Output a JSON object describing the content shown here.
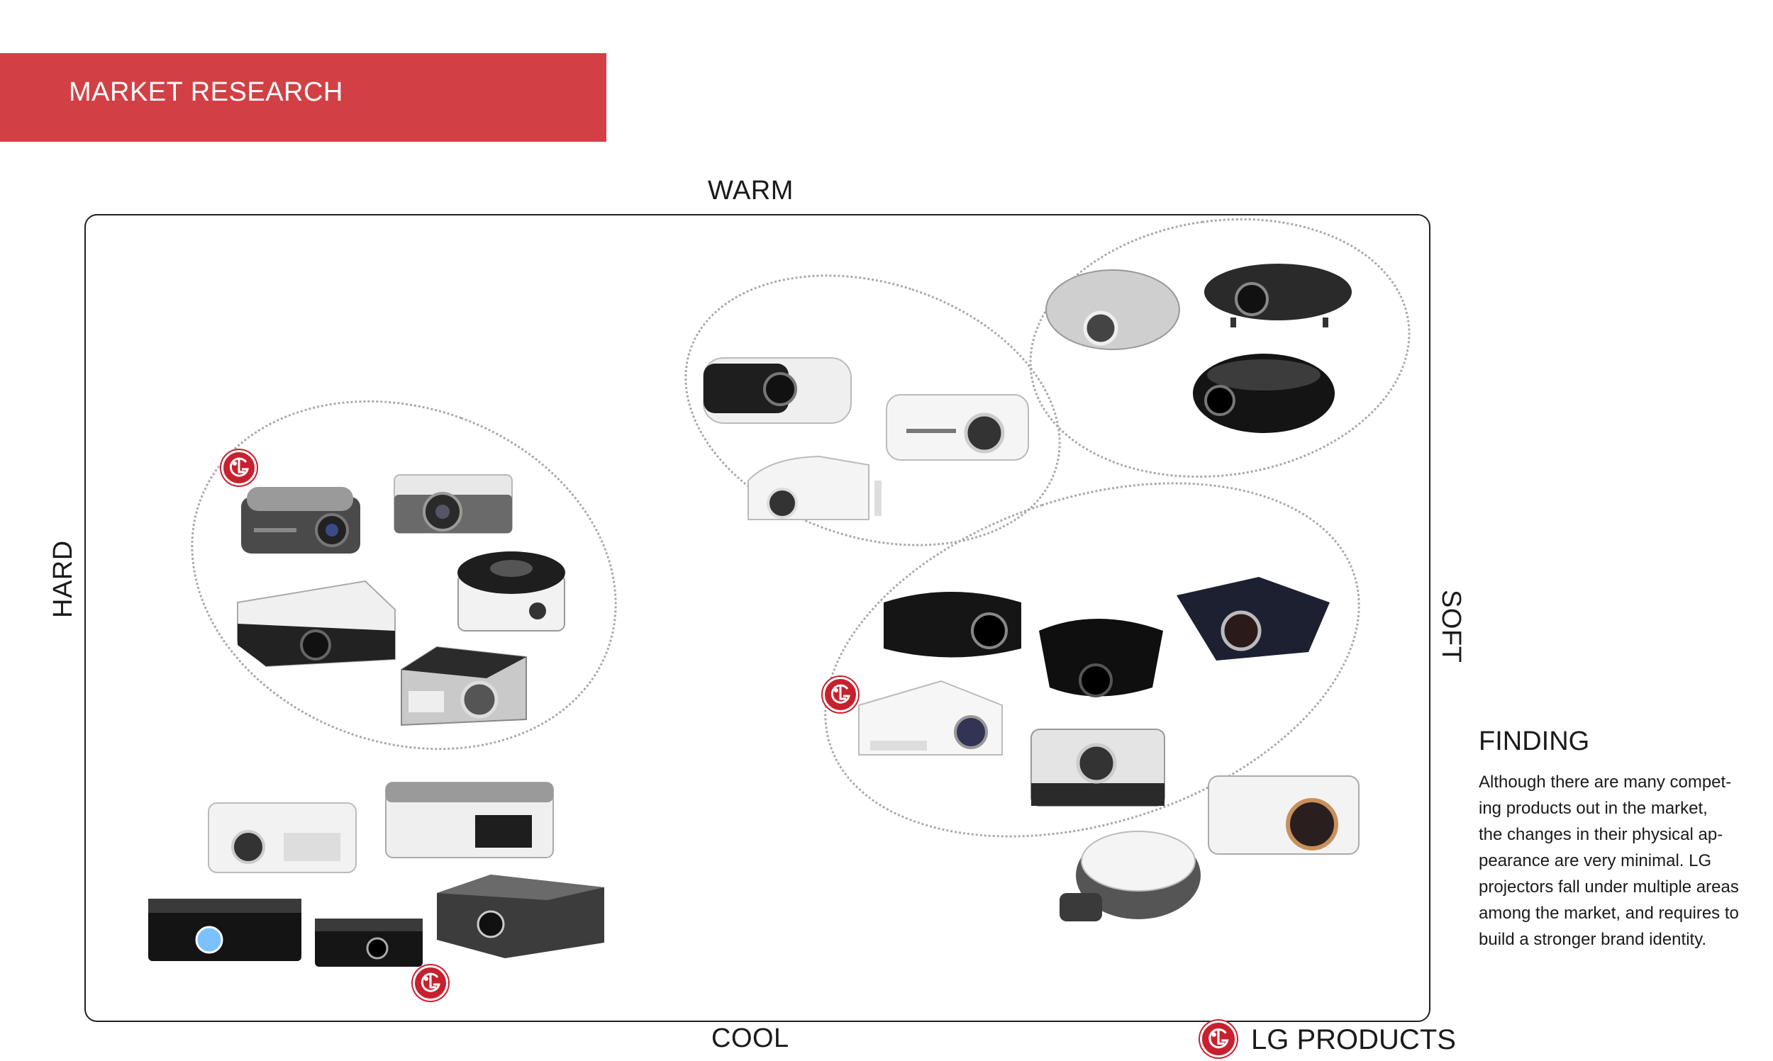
{
  "header": {
    "title": "MARKET RESEARCH"
  },
  "axes": {
    "top": "WARM",
    "bottom": "COOL",
    "left": "HARD",
    "right": "SOFT"
  },
  "legend": {
    "label": "LG PRODUCTS",
    "icon": "lg-logo-icon",
    "color": "#c8202e"
  },
  "finding": {
    "title": "FINDING",
    "lines": [
      "Although there are many compet-",
      "ing products out in the market,",
      "the changes in their physical ap-",
      "pearance are very minimal.  LG",
      "projectors fall under multiple areas",
      "among the market, and requires to",
      "build a stronger brand identity."
    ]
  },
  "colors": {
    "accent": "#d24045",
    "dots": "#a9a9a9"
  }
}
